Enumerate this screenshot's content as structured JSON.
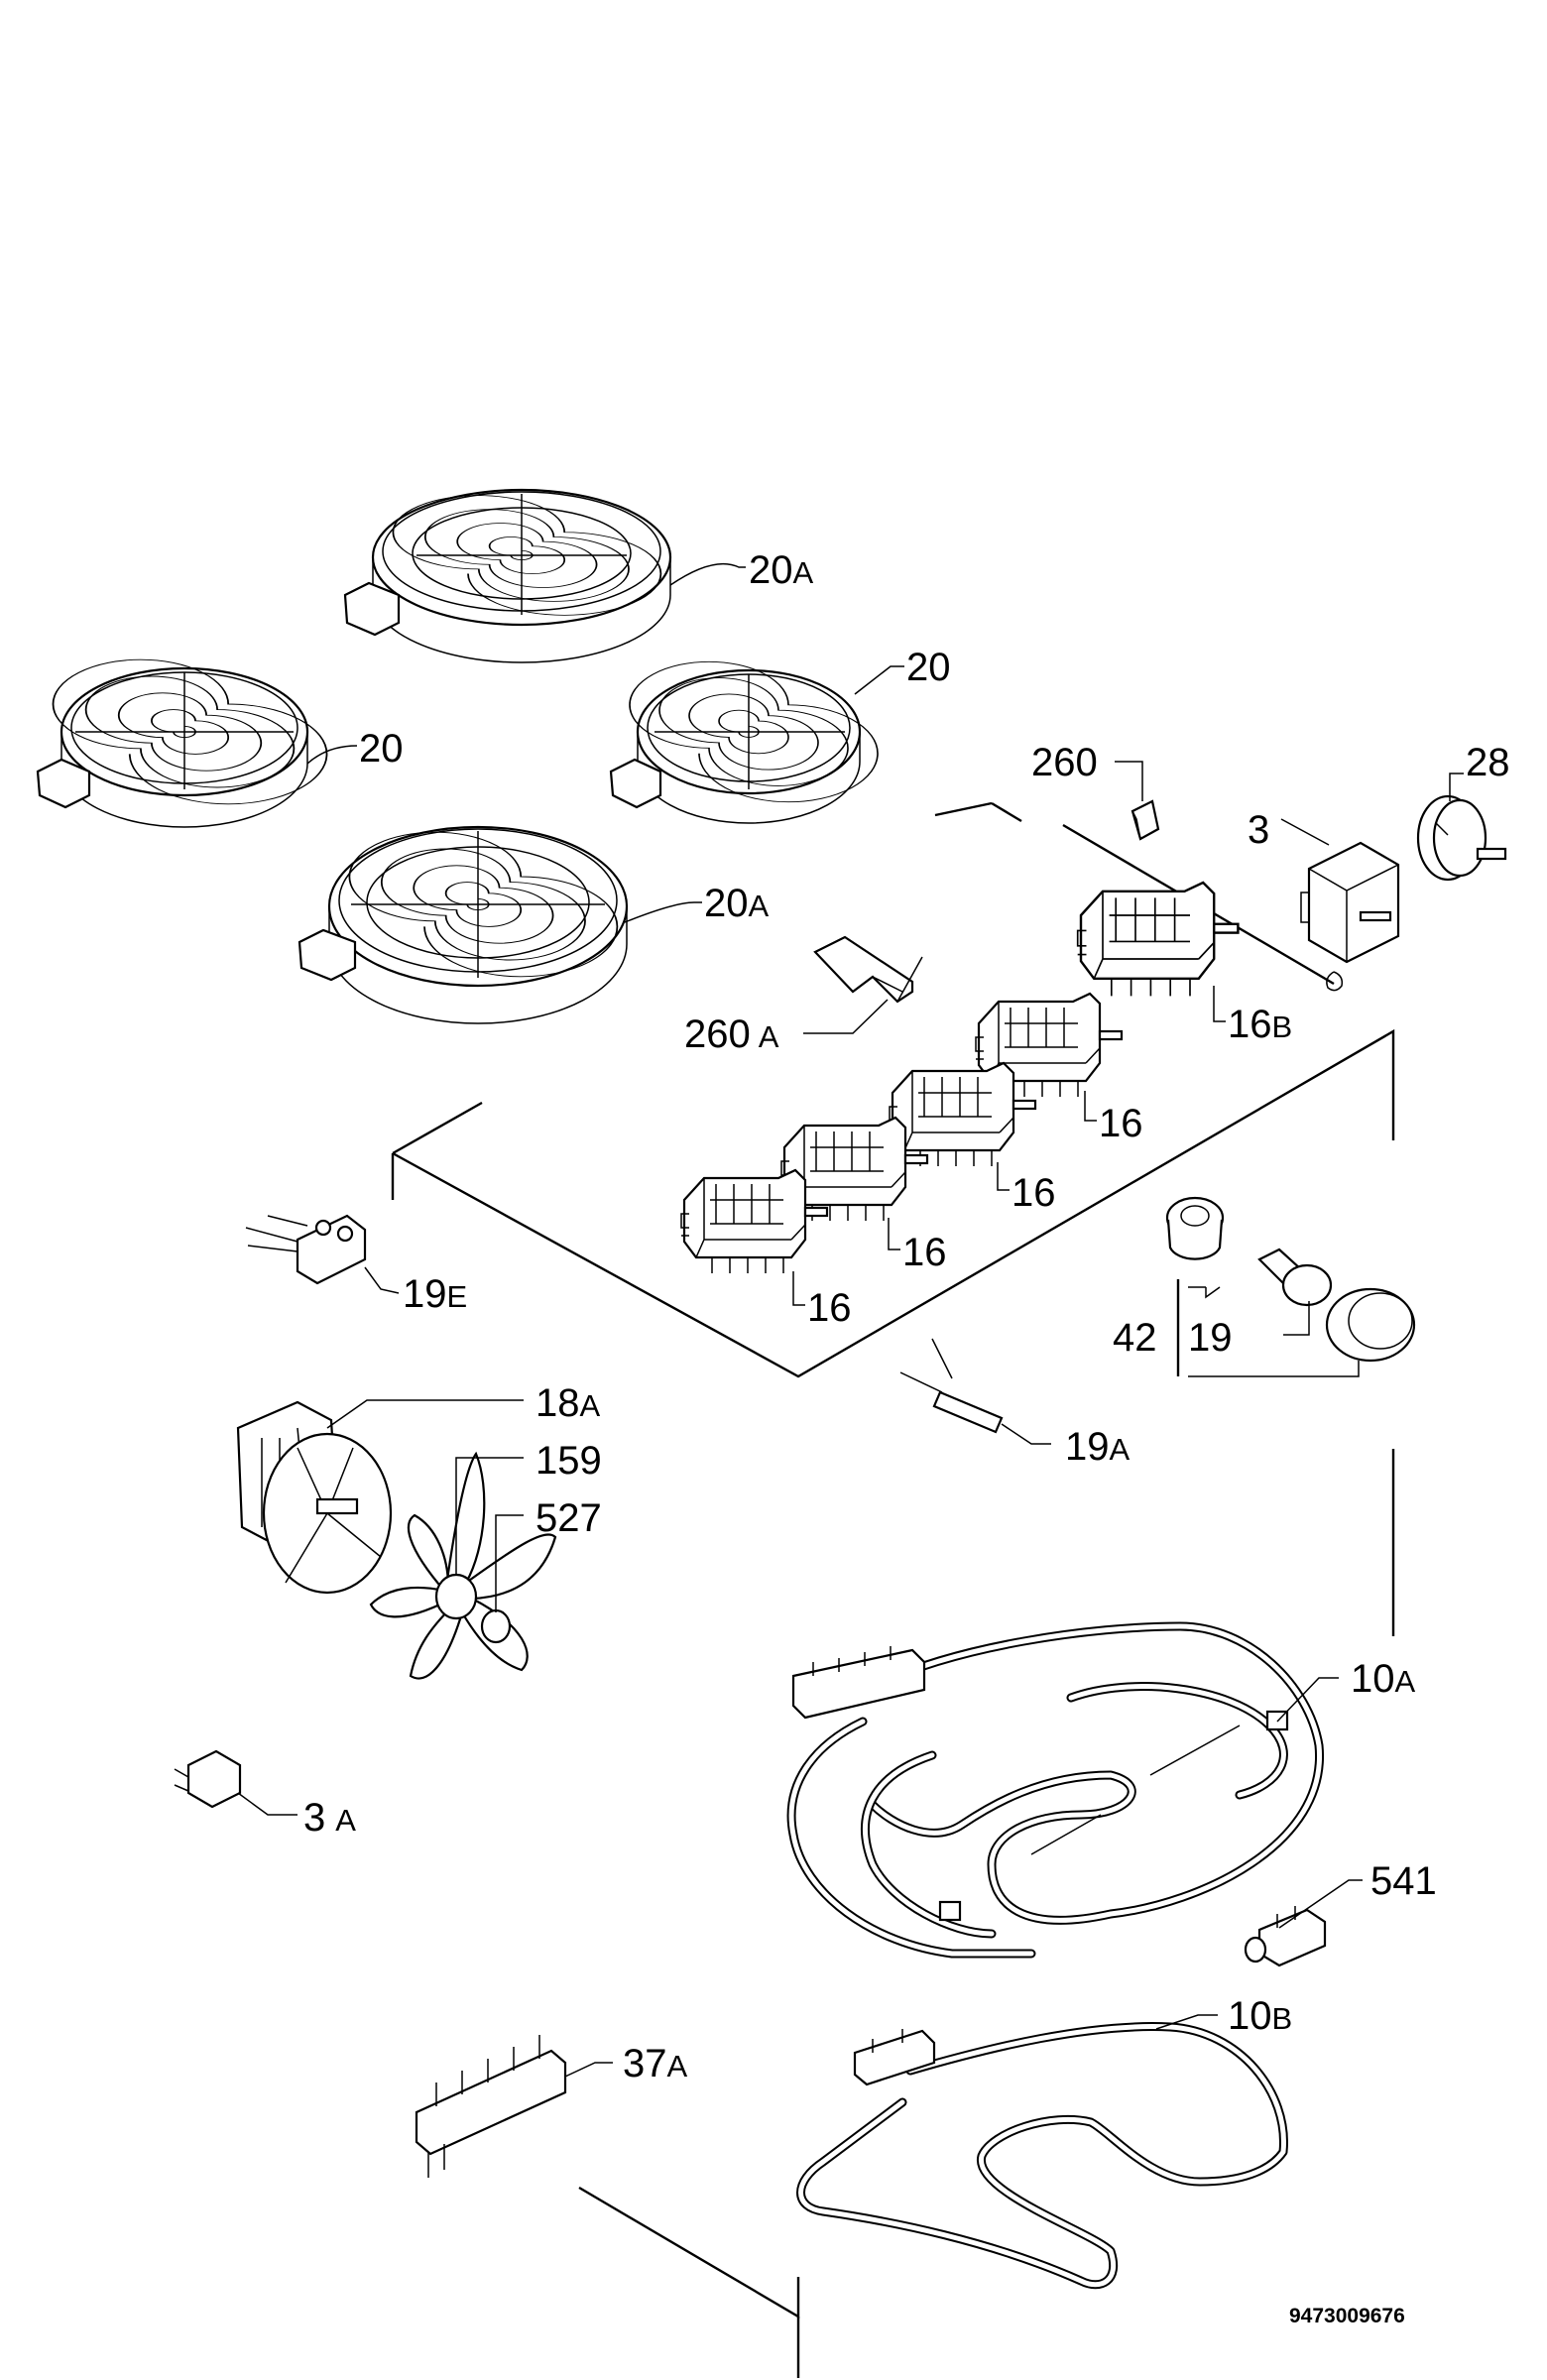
{
  "diagram_code": "9473009676",
  "labels": {
    "hob_20a_top": {
      "num": "20",
      "suf": "A"
    },
    "hob_20_right": {
      "num": "20",
      "suf": ""
    },
    "hob_20_left": {
      "num": "20",
      "suf": ""
    },
    "hob_20a_bottom": {
      "num": "20",
      "suf": "A"
    },
    "p260": {
      "num": "260",
      "suf": ""
    },
    "p28": {
      "num": "28",
      "suf": ""
    },
    "p3": {
      "num": "3",
      "suf": ""
    },
    "p260a": {
      "num": "260",
      "suf": "A"
    },
    "p16b": {
      "num": "16",
      "suf": "B"
    },
    "p16_1": {
      "num": "16",
      "suf": ""
    },
    "p16_2": {
      "num": "16",
      "suf": ""
    },
    "p16_3": {
      "num": "16",
      "suf": ""
    },
    "p16_4": {
      "num": "16",
      "suf": ""
    },
    "p19e": {
      "num": "19",
      "suf": "E"
    },
    "p42": {
      "num": "42",
      "suf": ""
    },
    "p19": {
      "num": "19",
      "suf": ""
    },
    "p19a": {
      "num": "19",
      "suf": "A"
    },
    "p18a": {
      "num": "18",
      "suf": "A"
    },
    "p159": {
      "num": "159",
      "suf": ""
    },
    "p527": {
      "num": "527",
      "suf": ""
    },
    "p10a": {
      "num": "10",
      "suf": "A"
    },
    "p3a": {
      "num": "3",
      "suf": "A"
    },
    "p541": {
      "num": "541",
      "suf": ""
    },
    "p10b": {
      "num": "10",
      "suf": "B"
    },
    "p37a": {
      "num": "37",
      "suf": "A"
    }
  }
}
